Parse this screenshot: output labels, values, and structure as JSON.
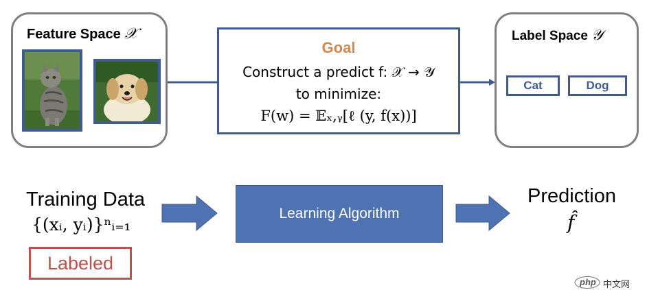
{
  "feature_space": {
    "title": "Feature Space",
    "symbol": "𝒳",
    "images": [
      "cat-photo",
      "dog-photo"
    ]
  },
  "goal": {
    "title": "Goal",
    "line1": "Construct a predict f: 𝒳 → 𝒴",
    "line2": "to minimize:",
    "formula": "F(w) = 𝔼ₓ,ᵧ[ℓ (y, f(x))]"
  },
  "label_space": {
    "title": "Label Space",
    "symbol": "𝒴",
    "labels": [
      "Cat",
      "Dog"
    ]
  },
  "training": {
    "title": "Training Data",
    "formula": "{(xᵢ, yᵢ)}ⁿᵢ₌₁",
    "tag": "Labeled"
  },
  "algorithm": {
    "label": "Learning Algorithm"
  },
  "prediction": {
    "title": "Prediction",
    "symbol": "f̂"
  },
  "watermark": {
    "logo_text": "php",
    "site": "中文网"
  },
  "colors": {
    "box_border": "#7f7f7f",
    "blue_border": "#3f5b8f",
    "algo_fill": "#4f72b2",
    "goal_title": "#d4874e",
    "labeled_red": "#c0504d",
    "arrow_fill": "#4f72b2"
  }
}
